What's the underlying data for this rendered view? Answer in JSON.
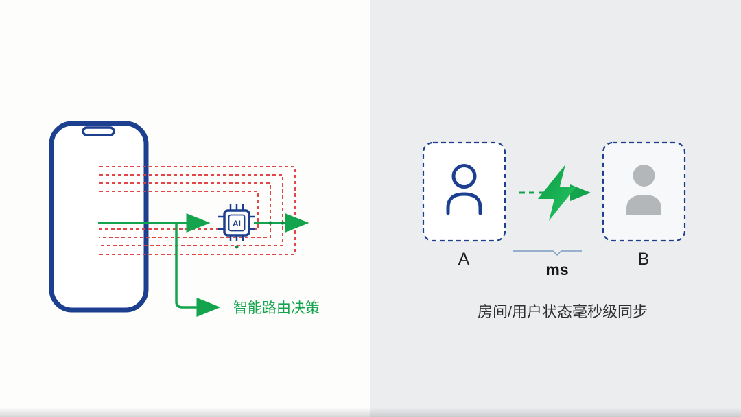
{
  "left_panel": {
    "chip_label": "AI",
    "routing_label": "智能路由决策"
  },
  "right_panel": {
    "user_a_label": "A",
    "user_b_label": "B",
    "latency_label": "ms",
    "caption": "房间/用户状态毫秒级同步"
  },
  "colors": {
    "navy": "#1c3f90",
    "signal_red": "#e23d3d",
    "flow_green": "#14a44d",
    "person_gray": "#b4b7ba",
    "left_background": "#fdfdfb",
    "right_background": "#ecedef"
  },
  "icons": {
    "phone": "phone-outline-icon",
    "chip": "ai-chip-icon",
    "user_a": "person-outline-icon",
    "user_b": "person-filled-icon",
    "bolt": "lightning-bolt-icon"
  }
}
